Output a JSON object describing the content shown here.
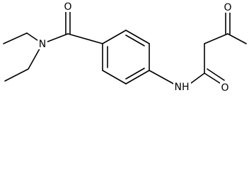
{
  "molecule": {
    "atoms": {
      "carbonyl_oxygen_amide": "O",
      "diethyl_nitrogen": "N",
      "anilide_nh": "NH",
      "carbonyl_oxygen_anilide": "O",
      "ketone_oxygen": "O"
    }
  },
  "colors": {
    "bond": "#000000",
    "label": "#000000",
    "background": "#ffffff"
  }
}
